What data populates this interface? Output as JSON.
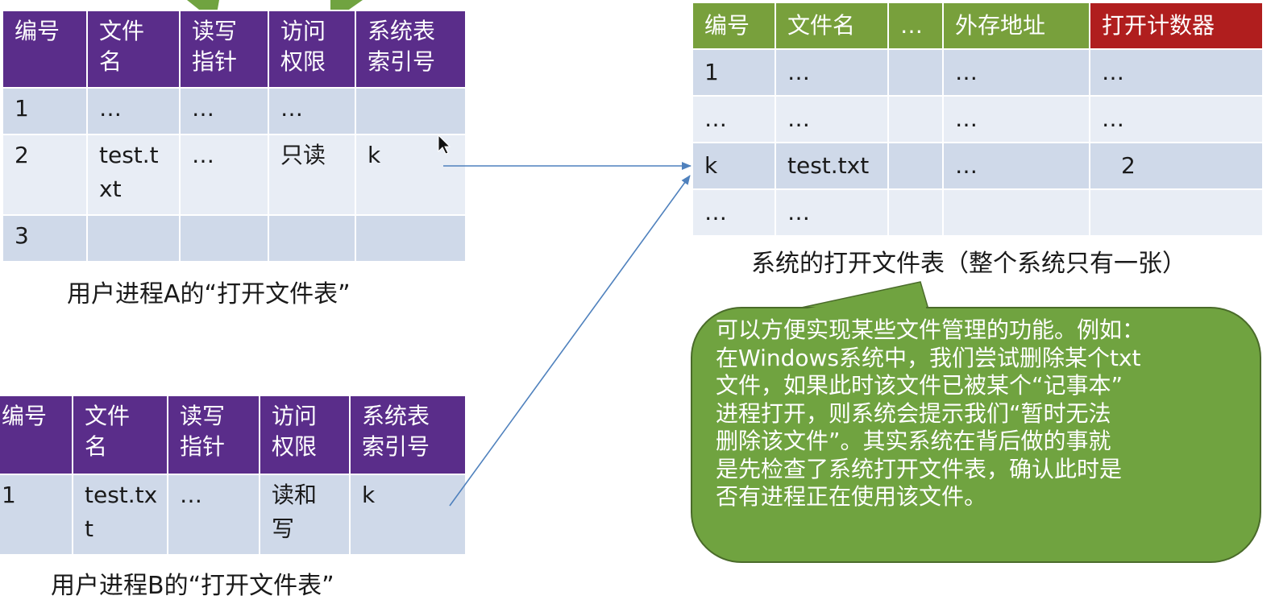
{
  "user_table_a": {
    "headers": [
      "编号",
      "文件\n名",
      "读写\n指针",
      "访问\n权限",
      "系统表\n索引号"
    ],
    "rows": [
      [
        "1",
        "…",
        "…",
        "…",
        ""
      ],
      [
        "2",
        "test.t\nxt",
        "…",
        "只读",
        "k"
      ],
      [
        "3",
        "",
        "",
        "",
        ""
      ]
    ],
    "caption": "用户进程A的“打开文件表”"
  },
  "user_table_b": {
    "headers": [
      "编号",
      "文件\n名",
      "读写\n指针",
      "访问\n权限",
      "系统表\n索引号"
    ],
    "rows": [
      [
        "1",
        "test.tx\nt",
        "…",
        "读和\n写",
        "k"
      ]
    ],
    "caption": "用户进程B的“打开文件表”"
  },
  "system_table": {
    "headers": [
      "编号",
      "文件名",
      "…",
      "外存地址",
      "打开计数器"
    ],
    "rows": [
      [
        "1",
        "…",
        "",
        "…",
        "…"
      ],
      [
        "…",
        "…",
        "",
        "…",
        "…"
      ],
      [
        "k",
        "test.txt",
        "",
        "…",
        "2"
      ],
      [
        "…",
        "…",
        "",
        "",
        ""
      ]
    ],
    "caption": "系统的打开文件表（整个系统只有一张）"
  },
  "callout": {
    "lines": [
      "可以方便实现某些文件管理的功能。例如：",
      "在Windows系统中，我们尝试删除某个txt",
      "文件，如果此时该文件已被某个“记事本”",
      "进程打开，则系统会提示我们“暂时无法",
      "删除该文件”。其实系统在背后做的事就",
      "是先检查了系统打开文件表，确认此时是",
      "否有进程正在使用该文件。"
    ]
  },
  "colors": {
    "purple_header": "#5a2d8a",
    "green_header": "#78a03c",
    "red_header": "#b01e1e",
    "row_light": "#e8edf5",
    "row_dark": "#cfd9e9",
    "callout_fill": "#70a340",
    "arrow": "#4f81bd"
  }
}
